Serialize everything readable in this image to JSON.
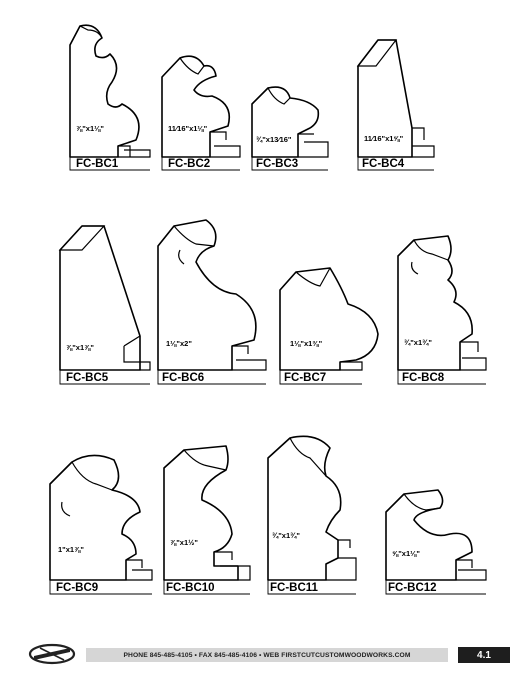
{
  "page_number": "4.1",
  "footer": {
    "contact": "PHONE 845-485-4105  •  FAX 845-485-4106  •  WEB FIRSTCUTCUSTOMWOODWORKS.COM",
    "logo_icon": "company-logo-icon"
  },
  "moldings": [
    {
      "code": "FC-BC1",
      "size": "⅞\"x1⅛\""
    },
    {
      "code": "FC-BC2",
      "size": "11⁄16\"x1⅛\""
    },
    {
      "code": "FC-BC3",
      "size": "¾\"x13⁄16\""
    },
    {
      "code": "FC-BC4",
      "size": "11⁄16\"x1⅝\""
    },
    {
      "code": "FC-BC5",
      "size": "⅞\"x1⅞\""
    },
    {
      "code": "FC-BC6",
      "size": "1⅛\"x2\""
    },
    {
      "code": "FC-BC7",
      "size": "1⅛\"x1⅜\""
    },
    {
      "code": "FC-BC8",
      "size": "¾\"x1¾\""
    },
    {
      "code": "FC-BC9",
      "size": "1\"x1⅞\""
    },
    {
      "code": "FC-BC10",
      "size": "⅞\"x1½\""
    },
    {
      "code": "FC-BC11",
      "size": "¾\"x1¾\""
    },
    {
      "code": "FC-BC12",
      "size": "⅝\"x1⅛\""
    }
  ]
}
